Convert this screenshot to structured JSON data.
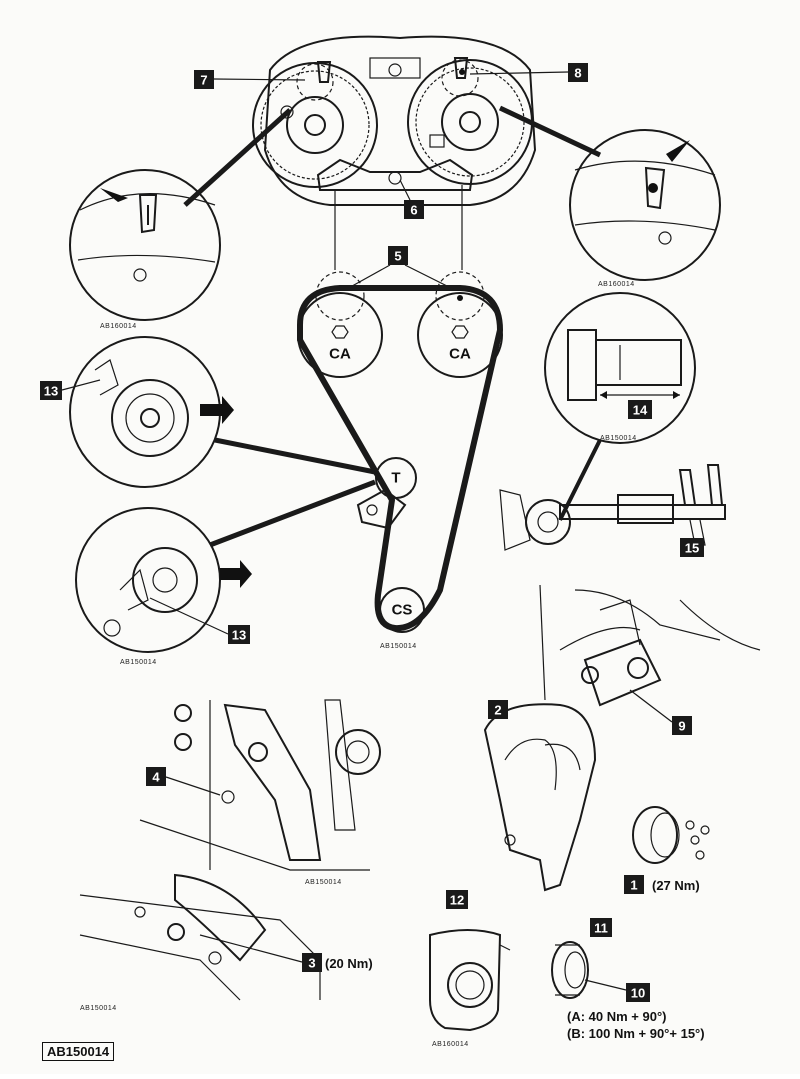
{
  "reference_code": "AB150014",
  "small_refs": {
    "left_detail": "AB160014",
    "right_detail": "AB160014",
    "belt_route": "AB150014",
    "tool_detail": "AB150014",
    "tensioner_detail": "AB150014",
    "engine_front": "AB150014",
    "sump": "AB150014",
    "cover_12": "AB160014"
  },
  "callouts": {
    "c1": "1",
    "c2": "2",
    "c3": "3",
    "c4": "4",
    "c5": "5",
    "c6": "6",
    "c7": "7",
    "c8": "8",
    "c9": "9",
    "c10": "10",
    "c11": "11",
    "c12": "12",
    "c13a": "13",
    "c13b": "13",
    "c14": "14",
    "c15": "15"
  },
  "pulleys": {
    "cam_left": "CA",
    "cam_right": "CA",
    "tensioner": "T",
    "crank": "CS"
  },
  "torques": {
    "item3": "(20 Nm)",
    "item1": "(27 Nm)",
    "item10_a": "(A: 40 Nm + 90°)",
    "item10_b": "(B: 100 Nm + 90°+ 15°)"
  }
}
